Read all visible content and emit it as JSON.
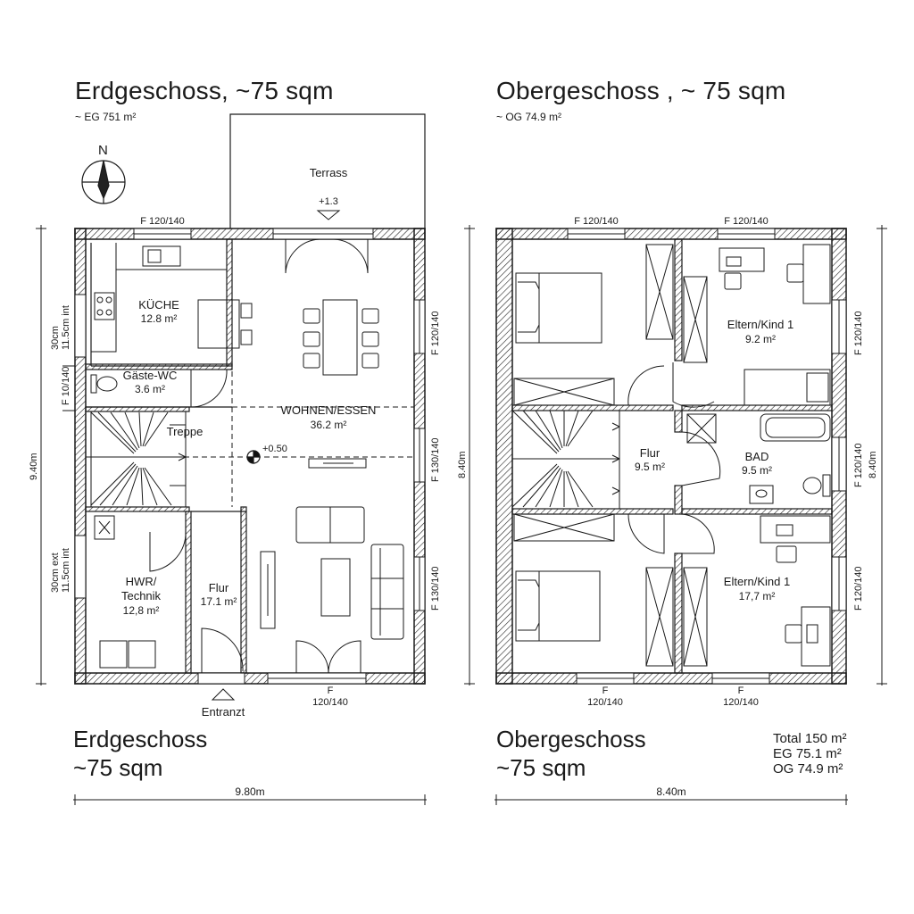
{
  "ground": {
    "title": "Erdgeschoss, ~75 sqm",
    "subtitle": "~ EG 751 m²",
    "bottom_title_1": "Erdgeschoss",
    "bottom_title_2": "~75 sqm",
    "width_dim": "9.80m",
    "height_dim": "9.40m",
    "north": "N",
    "terrace": "Terrass",
    "terrace_level": "+1.3",
    "floor_level": "+0.50",
    "entrance": "Entranzt",
    "left_label_1a": "30cm",
    "left_label_1b": "11.5cm int",
    "left_label_2": "F 10/140",
    "left_label_3a": "30cm ext",
    "left_label_3b": "11.5cm int",
    "window_top": "F 120/140",
    "window_right_1": "F 120/140",
    "window_right_2": "F 130/140",
    "window_right_3": "F 130/140",
    "window_bottom_1": "F",
    "window_bottom_2": "120/140",
    "rooms": {
      "kueche": {
        "name": "KÜCHE",
        "area": "12.8 m²"
      },
      "wc": {
        "name": "Gäste-WC",
        "area": "3.6 m²"
      },
      "treppe": {
        "name": "Treppe"
      },
      "wohnen": {
        "name": "WOHNEN/ESSEN",
        "area": "36.2 m²"
      },
      "hwr": {
        "name_1": "HWR/",
        "name_2": "Technik",
        "area": "12,8 m²"
      },
      "flur": {
        "name": "Flur",
        "area": "17.1 m²"
      }
    }
  },
  "upper": {
    "title": "Obergeschoss , ~ 75 sqm",
    "subtitle": "~ OG 74.9 m²",
    "bottom_title_1": "Obergeschoss",
    "bottom_title_2": "~75 sqm",
    "width_dim": "8.40m",
    "height_dim_left": "8.40m",
    "height_dim_right": "8.40m",
    "window_top_1": "F 120/140",
    "window_top_2": "F 120/140",
    "window_right_1": "F 120/140",
    "window_right_2": "F 120/140",
    "window_right_3": "F 120/140",
    "window_bottom_1a": "F",
    "window_bottom_1b": "120/140",
    "window_bottom_2a": "F",
    "window_bottom_2b": "120/140",
    "rooms": {
      "eltern1": {
        "name": "Eltern/Kind 1",
        "area": "9.2 m²"
      },
      "flur": {
        "name": "Flur",
        "area": "9.5 m²"
      },
      "bad": {
        "name": "BAD",
        "area": "9.5 m²"
      },
      "eltern2": {
        "name": "Eltern/Kind 1",
        "area": "17,7 m²"
      }
    }
  },
  "totals": {
    "total": "Total 150 m²",
    "eg": "EG 75.1 m²",
    "og": "OG 74.9 m²"
  }
}
